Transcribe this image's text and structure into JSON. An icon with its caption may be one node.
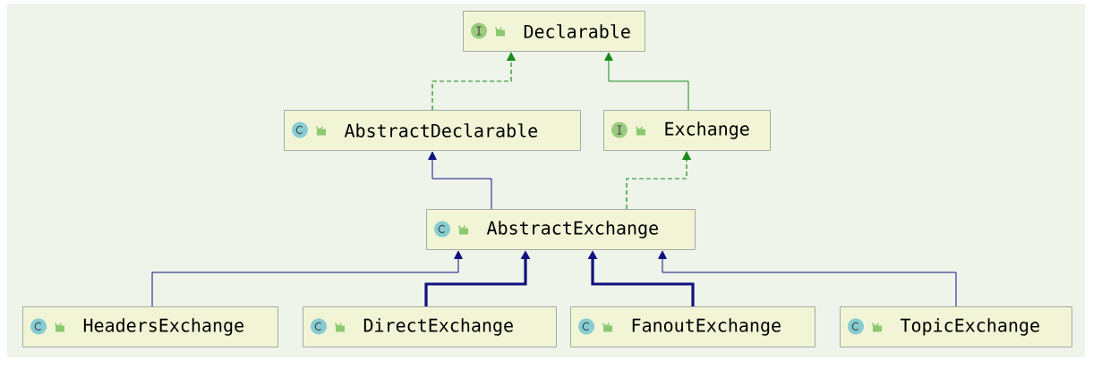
{
  "diagram": {
    "nodes": [
      {
        "text": [
          "Declarable"
        ]
      },
      {
        "text": [
          "AbstractDeclarable"
        ]
      },
      {
        "text": [
          "Exchange"
        ]
      },
      {
        "text": [
          "AbstractExchange"
        ]
      },
      {
        "text": [
          "HeadersExchange"
        ]
      },
      {
        "text": [
          "DirectExchange"
        ]
      },
      {
        "text": [
          "FanoutExchange"
        ]
      },
      {
        "text": [
          "TopicExchange"
        ]
      }
    ],
    "edges": [
      {
        "from": 1,
        "to": 0,
        "arrow": "to",
        "style": "dashed",
        "color": "#1a8a1a"
      },
      {
        "from": 2,
        "to": 0,
        "arrow": "to",
        "color": "#1a8a1a"
      },
      {
        "from": 3,
        "to": 1,
        "arrow": "to"
      },
      {
        "from": 3,
        "to": 2,
        "arrow": "to",
        "style": "dashed",
        "color": "#1a8a1a"
      },
      {
        "from": 4,
        "to": 3,
        "arrow": "to"
      },
      {
        "from": 5,
        "to": 3,
        "arrow": "to",
        "style": "thick"
      },
      {
        "from": 6,
        "to": 3,
        "arrow": "to",
        "style": "thick"
      },
      {
        "from": 7,
        "to": 3,
        "arrow": "to"
      }
    ]
  }
}
